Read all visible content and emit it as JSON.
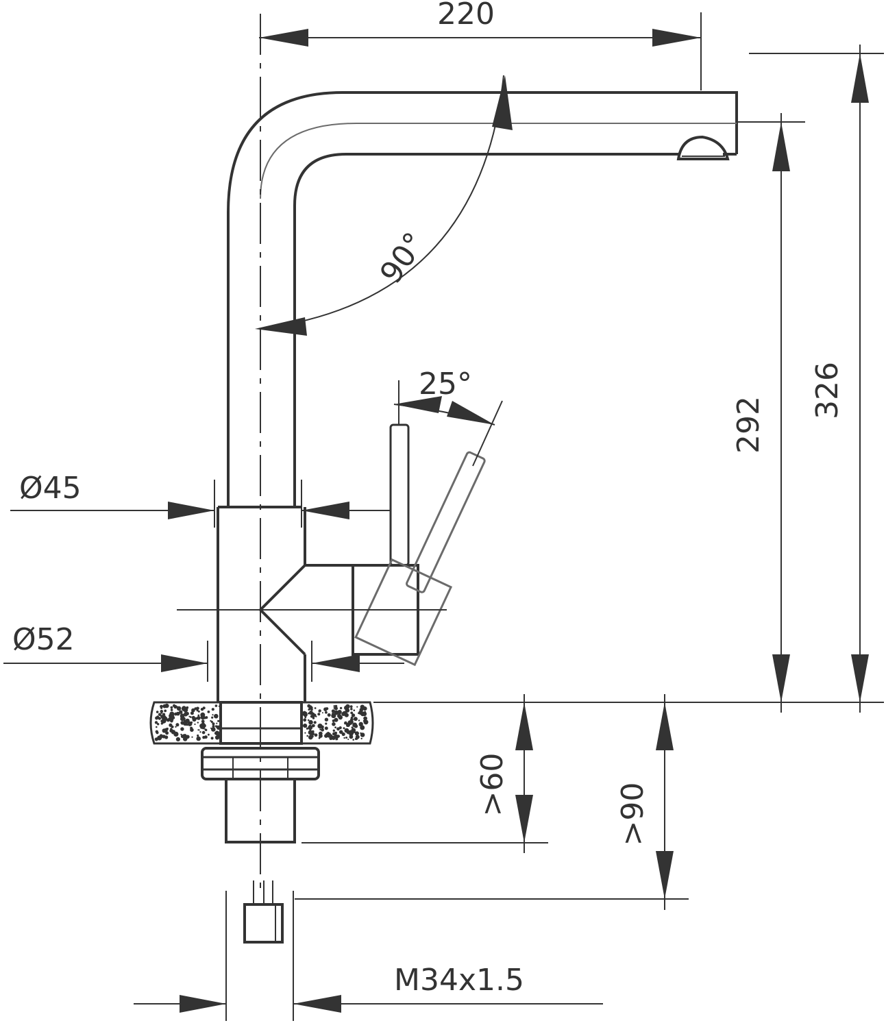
{
  "dimensions": {
    "spout_reach": "220",
    "total_height": "326",
    "spout_height": "292",
    "swivel_angle": "90°",
    "lever_angle": "25°",
    "body_diameter_top": "Ø45",
    "body_diameter_base": "Ø52",
    "min_below_counter": ">60",
    "min_below_counter_connection": ">90",
    "thread": "M34x1.5"
  },
  "colors": {
    "line": "#333333",
    "inner_line": "#6b6b6b",
    "background": "#ffffff"
  }
}
